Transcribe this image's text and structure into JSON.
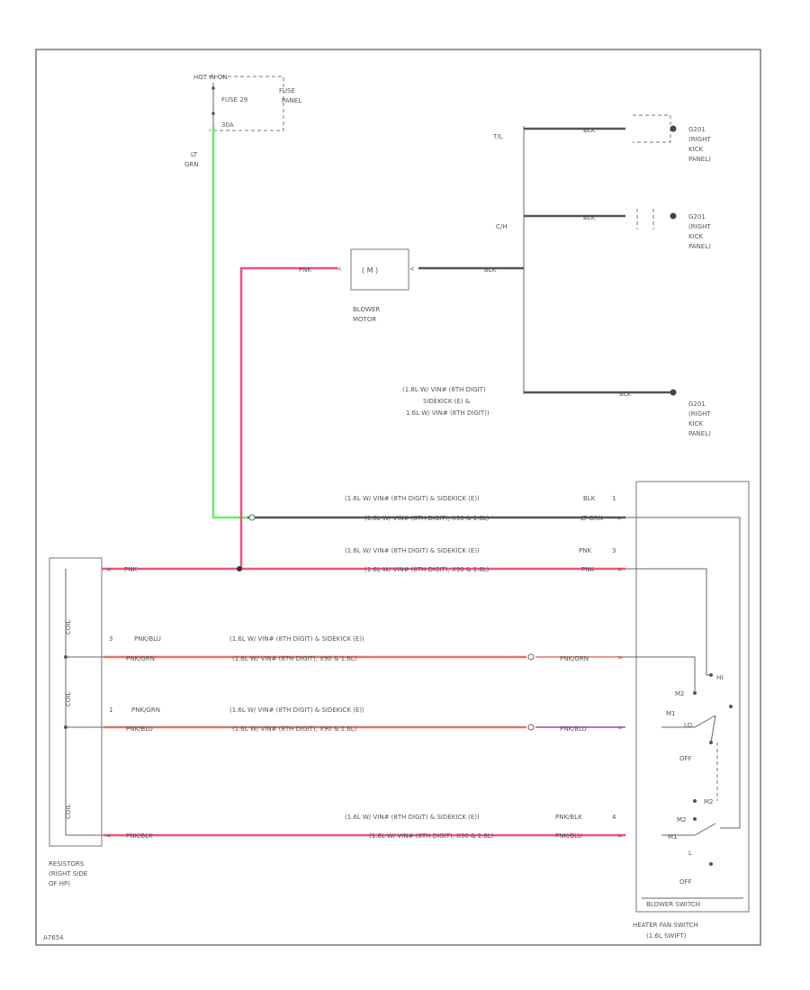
{
  "frame": {
    "code": "A7654"
  },
  "fuse": {
    "hot_label": "HOT IN ON",
    "fuse_label": "FUSE 29",
    "amp_label": "30A",
    "panel_label": [
      "FUSE",
      "PANEL"
    ],
    "wire_label": [
      "LT",
      "GRN"
    ]
  },
  "motor": {
    "wire_in": "PNK",
    "wire_out": "BLK",
    "label": [
      "BLOWER",
      "MOTOR"
    ]
  },
  "grounds": [
    {
      "cond": "T/L",
      "wire": "BLK",
      "label": [
        "G201",
        "(RIGHT",
        "KICK",
        "PANEL)"
      ]
    },
    {
      "cond": "C/H",
      "wire": "BLK",
      "label": [
        "G201",
        "(RIGHT",
        "KICK",
        "PANEL)"
      ]
    },
    {
      "cond": [
        "(1.8L W/ VIN# (8TH DIGIT)",
        "SIDEKICK (E) &",
        "1.6L W/ VIN# (8TH DIGIT))"
      ],
      "wire": "BLK",
      "label": [
        "G201",
        "(RIGHT",
        "KICK",
        "PANEL)"
      ]
    }
  ],
  "harness": [
    {
      "note_top": "(1.6L W/ VIN# (8TH DIGIT) & SIDEKICK (E))",
      "note_bot": "(1.6L W/ VIN# (8TH DIGIT), X90 & 1.6L)",
      "wire_a": "BLK",
      "wire_b": "LT GRN",
      "pin": "1"
    },
    {
      "note_top": "(1.6L W/ VIN# (8TH DIGIT) & SIDEKICK (E))",
      "note_bot": "(1.6L W/ VIN# (8TH DIGIT), X90 & 1.6L)",
      "wire_a": "PNK",
      "wire_b": "PNK",
      "pin": "3",
      "res_wire": "PNK"
    },
    {
      "note_top": "(1.6L W/ VIN# (8TH DIGIT) & SIDEKICK (E))",
      "note_bot": "(1.6L W/ VIN# (8TH DIGIT), X90 & 1.6L)",
      "res_pin": "3",
      "res_wire_a": "PNK/BLU",
      "res_wire_b": "PNK/GRN",
      "sw_wire": "PNK/GRN"
    },
    {
      "note_top": "(1.6L W/ VIN# (8TH DIGIT) & SIDEKICK (E))",
      "note_bot": "(1.6L W/ VIN# (8TH DIGIT), X90 & 1.6L)",
      "res_pin": "1",
      "res_wire_a": "PNK/GRN",
      "res_wire_b": "PNK/BLU",
      "sw_wire": "PNK/BLU"
    },
    {
      "note_top": "(1.6L W/ VIN# (8TH DIGIT) & SIDEKICK (E))",
      "note_bot": "(1.6L W/ VIN# (8TH DIGIT), X90 & 1.6L)",
      "res_wire": "PNK/BLK",
      "wire_a": "PNK/BLK",
      "wire_b": "PNK/BLU",
      "pin": "4"
    }
  ],
  "resistor": {
    "label": [
      "RESISTORS",
      "(RIGHT SIDE",
      "OF HP)"
    ],
    "coil_labels": [
      "COIL",
      "COIL",
      "COIL"
    ]
  },
  "switch": {
    "upper": {
      "hi": "HI",
      "m2": "M2",
      "m1": "M1",
      "lo": "LO",
      "off": "OFF"
    },
    "lower": {
      "m2_top": "M2",
      "m2": "M2",
      "m1": "M1",
      "lo": "L",
      "off": "OFF"
    },
    "inner_label": "BLOWER SWITCH",
    "outer_label": [
      "HEATER FAN SWITCH",
      "(1.6L SWIFT)"
    ]
  },
  "colors": {
    "lt_grn": "#66ee66",
    "pnk": "#ee5577",
    "pnk_grn": "#dd7766",
    "pnk_blu": "#aa44aa",
    "blk": "#555555",
    "frame": "#777777"
  }
}
